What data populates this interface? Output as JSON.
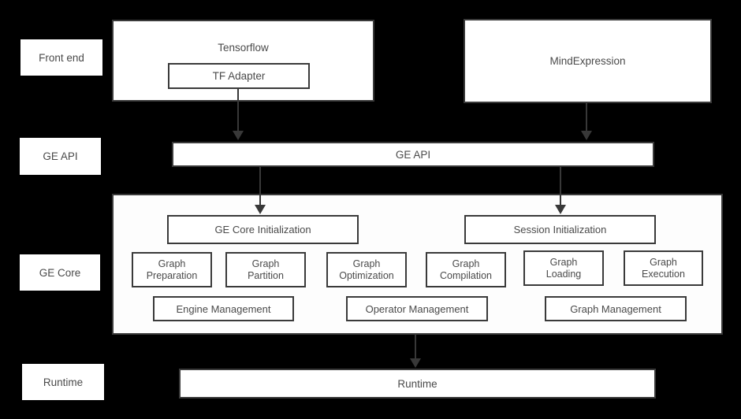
{
  "colors": {
    "background": "#000000",
    "box_fill": "#ffffff",
    "box_border": "#3a3a3a",
    "text": "#4a4a4a",
    "arrow": "#383838"
  },
  "side_labels": {
    "front_end": "Front end",
    "ge_api": "GE API",
    "ge_core": "GE Core",
    "runtime": "Runtime"
  },
  "frontend": {
    "tensorflow": "Tensorflow",
    "tf_adapter": "TF Adapter",
    "mindexpression": "MindExpression"
  },
  "api": {
    "ge_api_bar": "GE API"
  },
  "core": {
    "ge_core_initialization": "GE Core Initialization",
    "session_initialization": "Session Initialization",
    "pipeline": [
      "Graph\nPreparation",
      "Graph\nPartition",
      "Graph\nOptimization",
      "Graph\nCompilation",
      "Graph\nLoading",
      "Graph\nExecution"
    ],
    "management": [
      "Engine Management",
      "Operator Management",
      "Graph Management"
    ]
  },
  "runtime": {
    "runtime_bar": "Runtime"
  },
  "connections": [
    {
      "from": "tf-adapter",
      "to": "ge-api-bar"
    },
    {
      "from": "mindexpression-box",
      "to": "ge-api-bar"
    },
    {
      "from": "ge-api-bar",
      "to": "ge-core-initialization-box"
    },
    {
      "from": "ge-api-bar",
      "to": "session-initialization-box"
    },
    {
      "from": "ge-core-box",
      "to": "runtime-bar"
    }
  ]
}
